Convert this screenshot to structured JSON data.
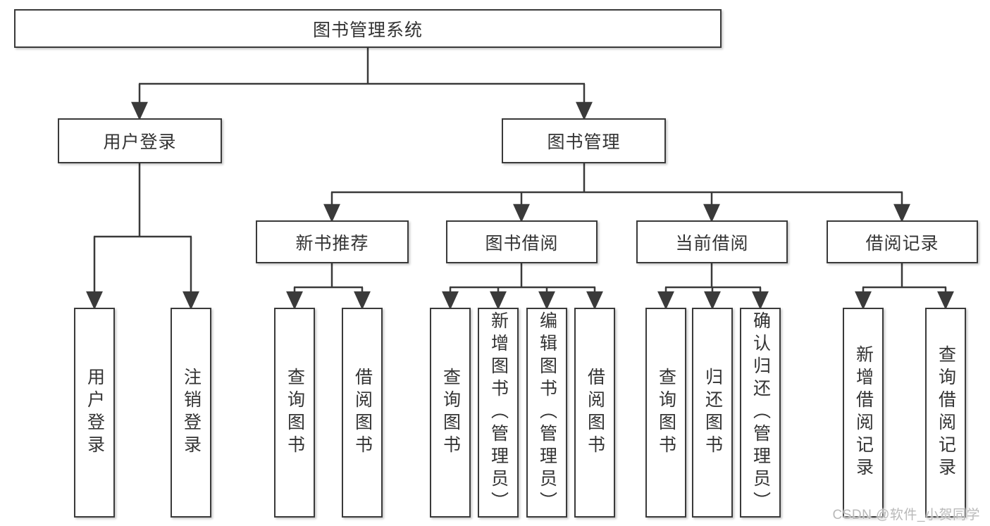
{
  "diagram": {
    "root": "图书管理系统",
    "branches": [
      {
        "label": "用户登录",
        "children": [
          "用户登录",
          "注销登录"
        ]
      },
      {
        "label": "图书管理",
        "groups": [
          {
            "label": "新书推荐",
            "children": [
              "查询图书",
              "借阅图书"
            ]
          },
          {
            "label": "图书借阅",
            "children": [
              "查询图书",
              "新增图书（管理员）",
              "编辑图书（管理员）",
              "借阅图书"
            ]
          },
          {
            "label": "当前借阅",
            "children": [
              "查询图书",
              "归还图书",
              "确认归还（管理员）"
            ]
          },
          {
            "label": "借阅记录",
            "children": [
              "新增借阅记录",
              "查询借阅记录"
            ]
          }
        ]
      }
    ]
  },
  "watermark": "CSDN @软件_小贺同学",
  "colors": {
    "line": "#3a3a3a",
    "text": "#333333",
    "box_background": "#ffffff",
    "watermark": "#b9b9b9",
    "background": "#ffffff"
  }
}
